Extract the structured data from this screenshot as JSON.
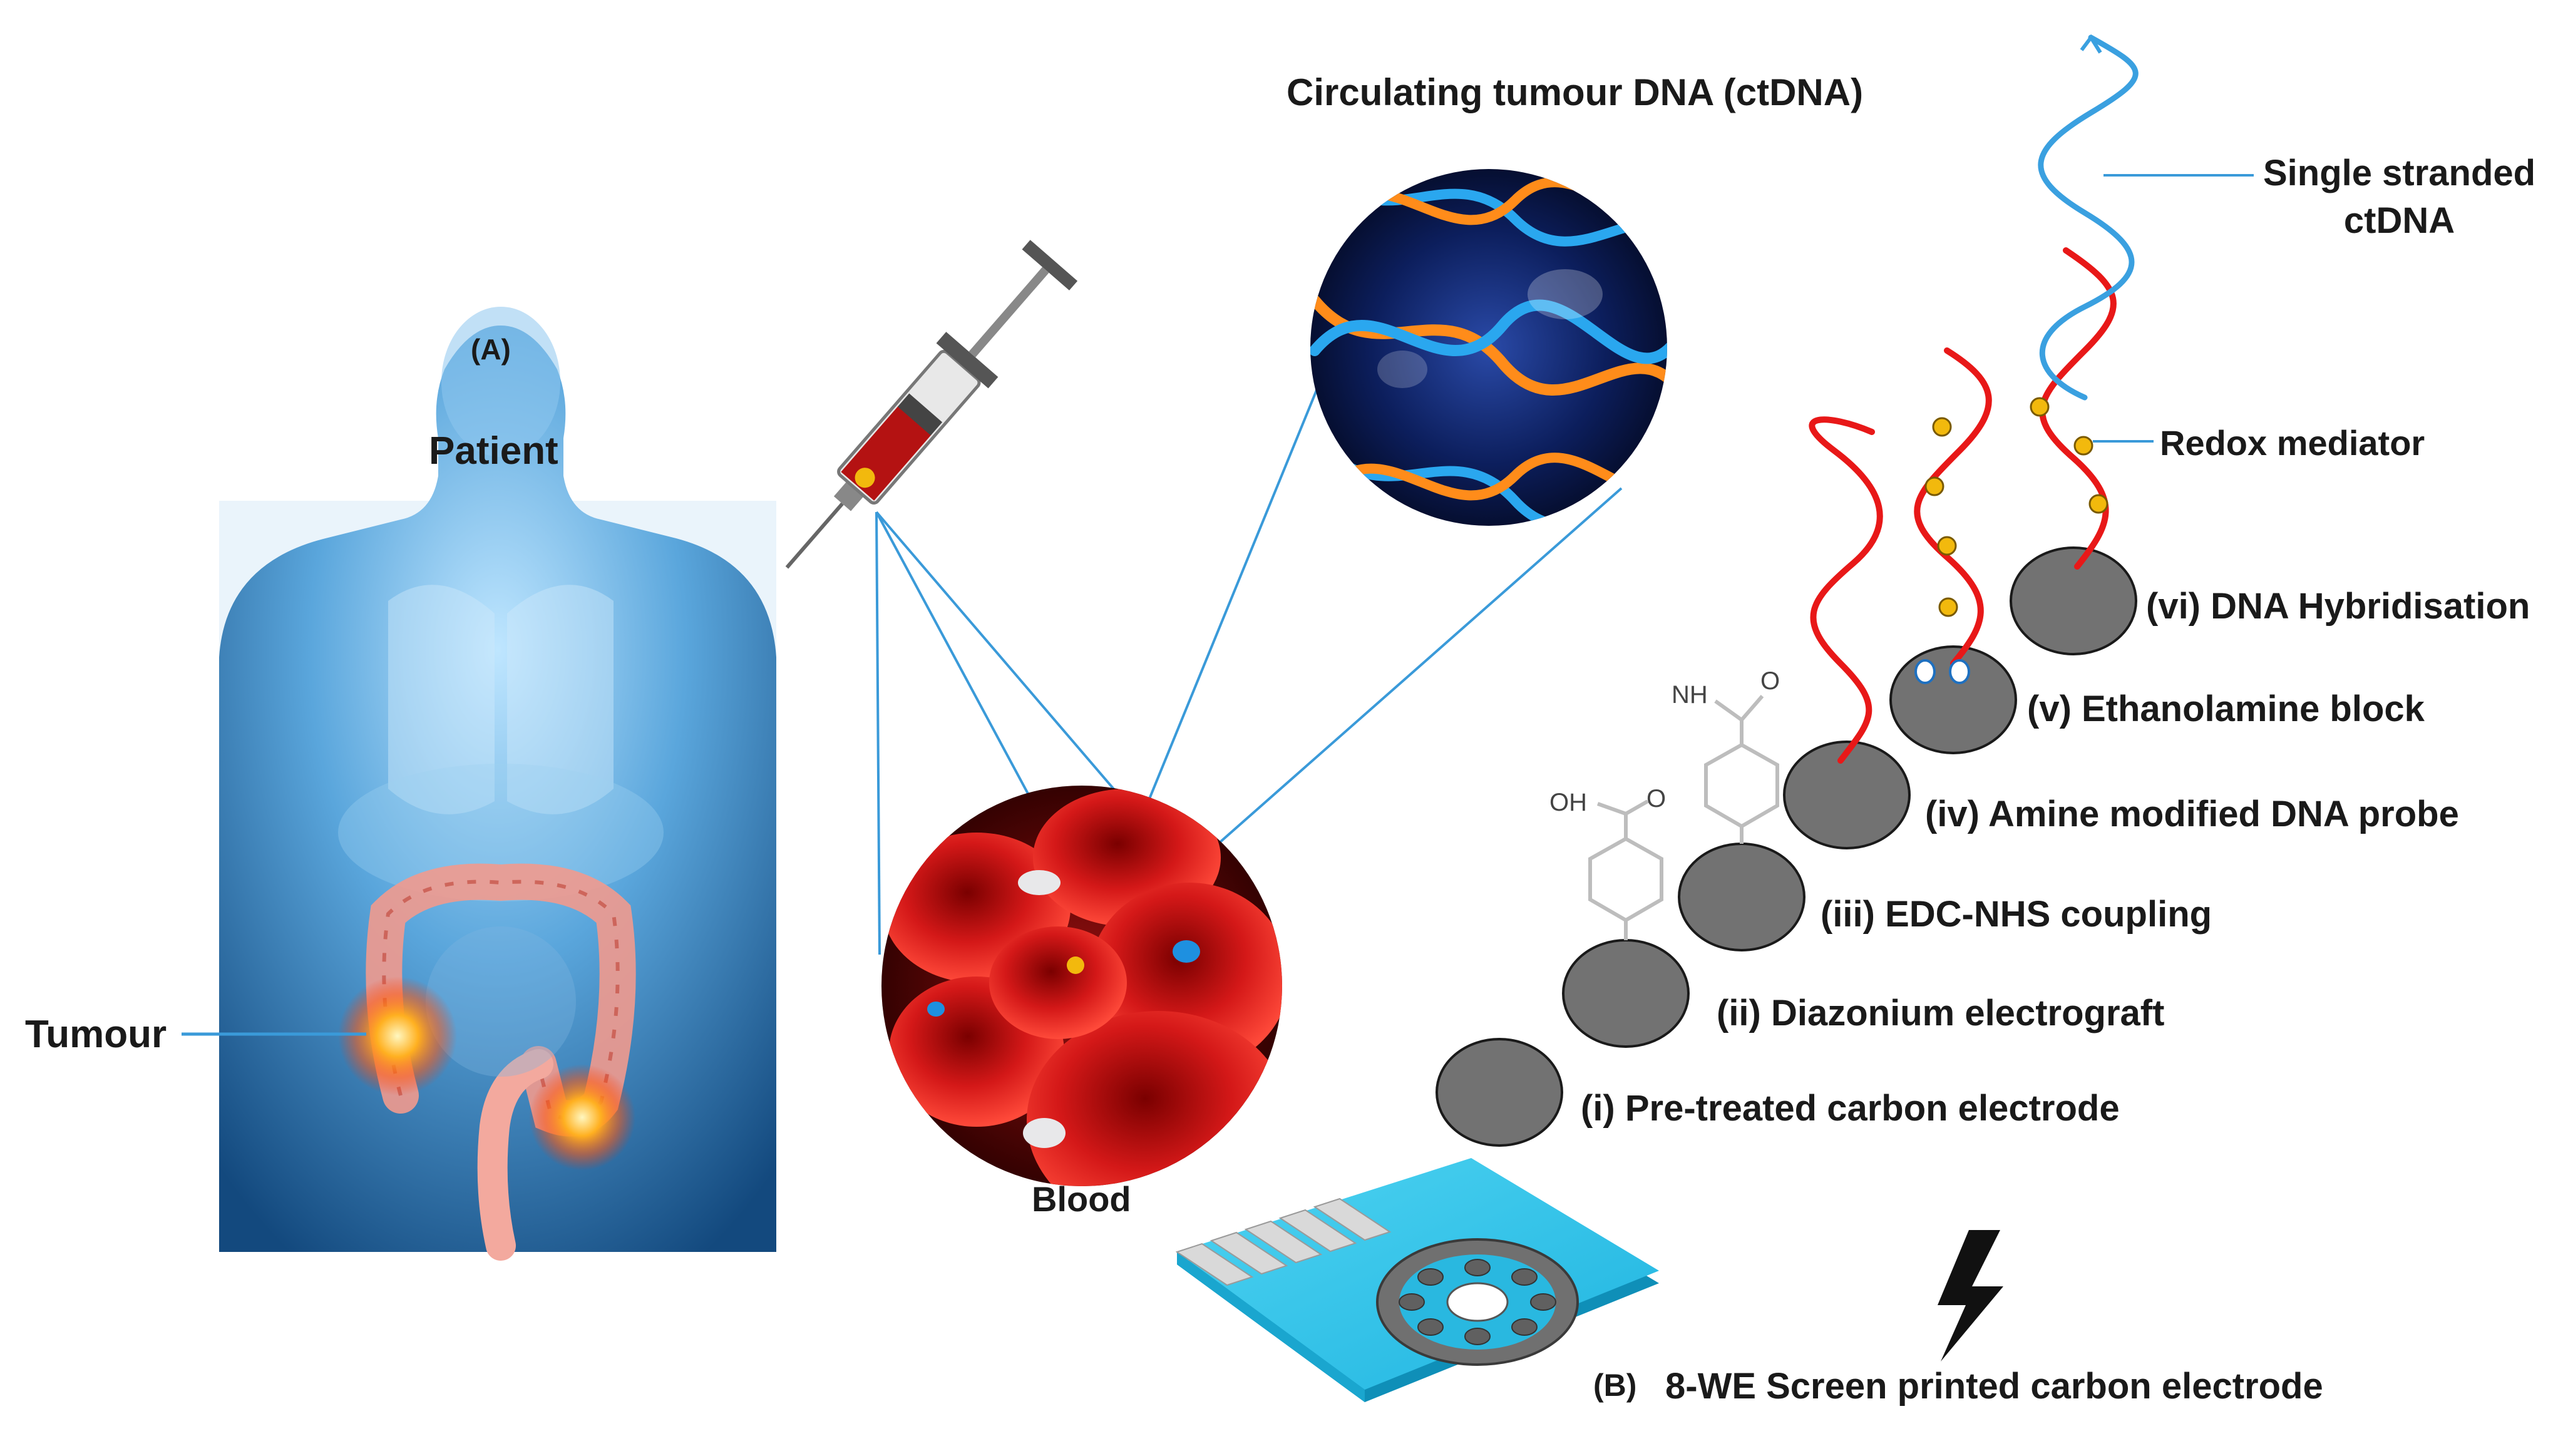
{
  "labels": {
    "panel_a": "(A)",
    "patient": "Patient",
    "tumour": "Tumour",
    "blood": "Blood",
    "ctdna": "Circulating tumour DNA (ctDNA)",
    "single_stranded_line1": "Single stranded",
    "single_stranded_line2": "ctDNA",
    "redox_mediator": "Redox mediator",
    "panel_b": "(B)",
    "electrode_title": "8-WE Screen printed carbon electrode"
  },
  "steps": [
    {
      "label": "(i) Pre-treated carbon electrode"
    },
    {
      "label": "(ii) Diazonium electrograft"
    },
    {
      "label": "(iii) EDC-NHS coupling"
    },
    {
      "label": "(iv) Amine modified DNA probe"
    },
    {
      "label": "(v) Ethanolamine block"
    },
    {
      "label": "(vi) DNA Hybridisation"
    }
  ],
  "chemistry": {
    "acid_label_oh": "OH",
    "acid_label_o": "O",
    "amide_label_nh": "NH",
    "amide_label_o": "O"
  },
  "icons": {
    "lightning": "lightning-icon",
    "syringe": "syringe-icon"
  },
  "colors": {
    "electrode_disk": "#727272",
    "dna_probe": "#e81818",
    "ctdna_strand": "#3aa0e0",
    "redox_mediator": "#f2b90d",
    "connector_line": "#3a9ad9",
    "electrode_body": "#2ec4ea",
    "body_blue": "#2f86c4"
  }
}
